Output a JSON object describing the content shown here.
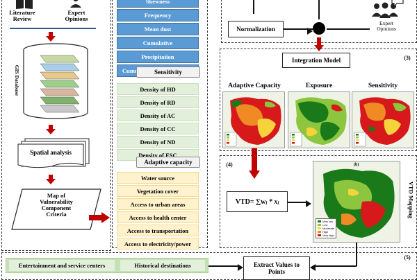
{
  "left": {
    "literature_review": "Literature\nReview",
    "expert_opinions": "Expert\nOpinions",
    "gis_database": "GIS Database",
    "spatial_analysis": "Spatial analysis",
    "map_component": "Map of\nVulnerability\nComponent\nCriteria"
  },
  "criteria": {
    "exposure_items": [
      "Skewness",
      "Frequency",
      "Mean dust",
      "Cumulative",
      "Precipitation",
      "Cumulative above threshold"
    ],
    "sensitivity_title": "Sensitivity",
    "sensitivity_items": [
      "Density of HD",
      "Density of RD",
      "Density of AC",
      "Density of CC",
      "Density of ND",
      "Density of ESC"
    ],
    "adaptive_title": "Adaptive capacity",
    "adaptive_items": [
      "Water source",
      "Vegetation cover",
      "Access to urban areas",
      "Access to health center",
      "Access to transportation",
      "Access to electricity/power"
    ]
  },
  "right": {
    "normalization": "Normalization",
    "expert_opinions": "Expert\nOpinions",
    "integration_model": "Integration Model",
    "step3": "(3)",
    "map_titles": [
      "Adaptive Capacity",
      "Exposure",
      "Sensitivity"
    ],
    "step4": "(4)",
    "vtd_formula": "VTD= ∑w",
    "vtd_mapping": "VTD Mapping",
    "map_b_label": "(b)",
    "legend": [
      "Very low",
      "Low",
      "Moderate",
      "High",
      "Very high"
    ],
    "step5": "(5)"
  },
  "bottom": {
    "entertainment": "Entertainment and service centers",
    "historical": "Historical destinations",
    "extract_values": "Extract Values to\nPoints"
  },
  "colors": {
    "blue": "#5b9bd5",
    "green_light": "#e2efda",
    "yellow_light": "#fff2cc",
    "arrow_red": "#c00000",
    "legend": [
      "#1a7a1a",
      "#8cc63f",
      "#f5d33a",
      "#f08a24",
      "#d7191c"
    ]
  }
}
